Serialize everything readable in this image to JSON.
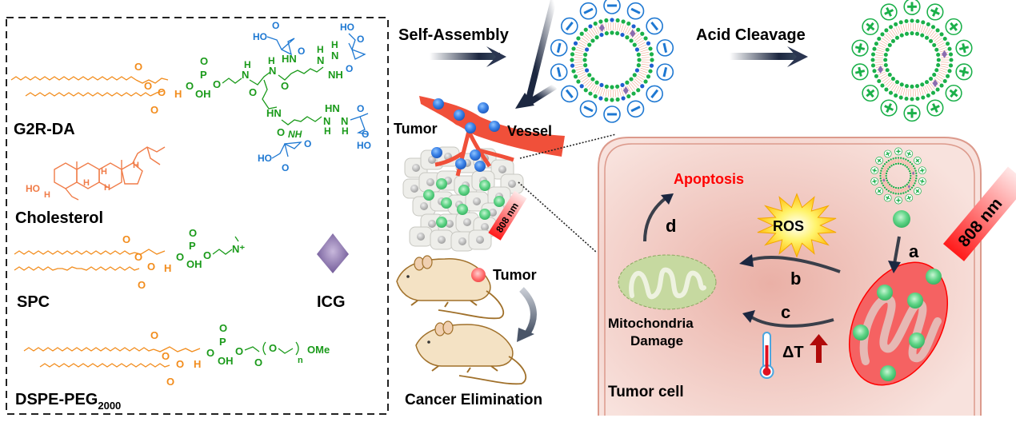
{
  "left_panel": {
    "molecules": [
      {
        "name": "G2R-DA",
        "label": "G2R-DA"
      },
      {
        "name": "Cholesterol",
        "label": "Cholesterol"
      },
      {
        "name": "SPC",
        "label": "SPC"
      },
      {
        "name": "ICG",
        "label": "ICG"
      },
      {
        "name": "DSPE-PEG",
        "label_main": "DSPE-PEG",
        "label_sub": "2000"
      }
    ],
    "atoms": {
      "ho": "HO",
      "oh": "OH",
      "o": "O",
      "p": "P",
      "h": "H",
      "n": "N",
      "nh": "NH",
      "hn": "HN",
      "ome": "OMe",
      "n_sub": "n",
      "n_plus": "N⁺"
    }
  },
  "process": {
    "self_assembly": "Self-Assembly",
    "acid_cleavage": "Acid Cleavage",
    "tumor_label": "Tumor",
    "vessel_label": "Vessel",
    "laser_small": "808 nm",
    "mouse_tumor_label": "Tumor",
    "cancer_elimination": "Cancer Elimination",
    "negative_charge_symbol": "−",
    "positive_charge_symbol": "+"
  },
  "cell": {
    "apoptosis": "Apoptosis",
    "ros": "ROS",
    "step_a": "a",
    "step_b": "b",
    "step_c": "c",
    "step_d": "d",
    "mito_damage_line1": "Mitochondria",
    "mito_damage_line2": "Damage",
    "delta_t": "ΔT",
    "tumor_cell": "Tumor cell",
    "laser_large": "808 nm"
  },
  "colors": {
    "lipid_tail": "#f28c1c",
    "headgroup": "#1a9a1a",
    "dma_group": "#1e78d2",
    "cholesterol": "#f07c48",
    "icg": "#7a5ea0",
    "vessel": "#f0503a",
    "apoptosis": "#ff0000",
    "cell_fill": "#f6d8d2",
    "cell_border": "#dc9a8c",
    "mito_red": "#f56262",
    "mito_damaged": "#c6d9a0",
    "arrow_dark": "#1c2740"
  }
}
